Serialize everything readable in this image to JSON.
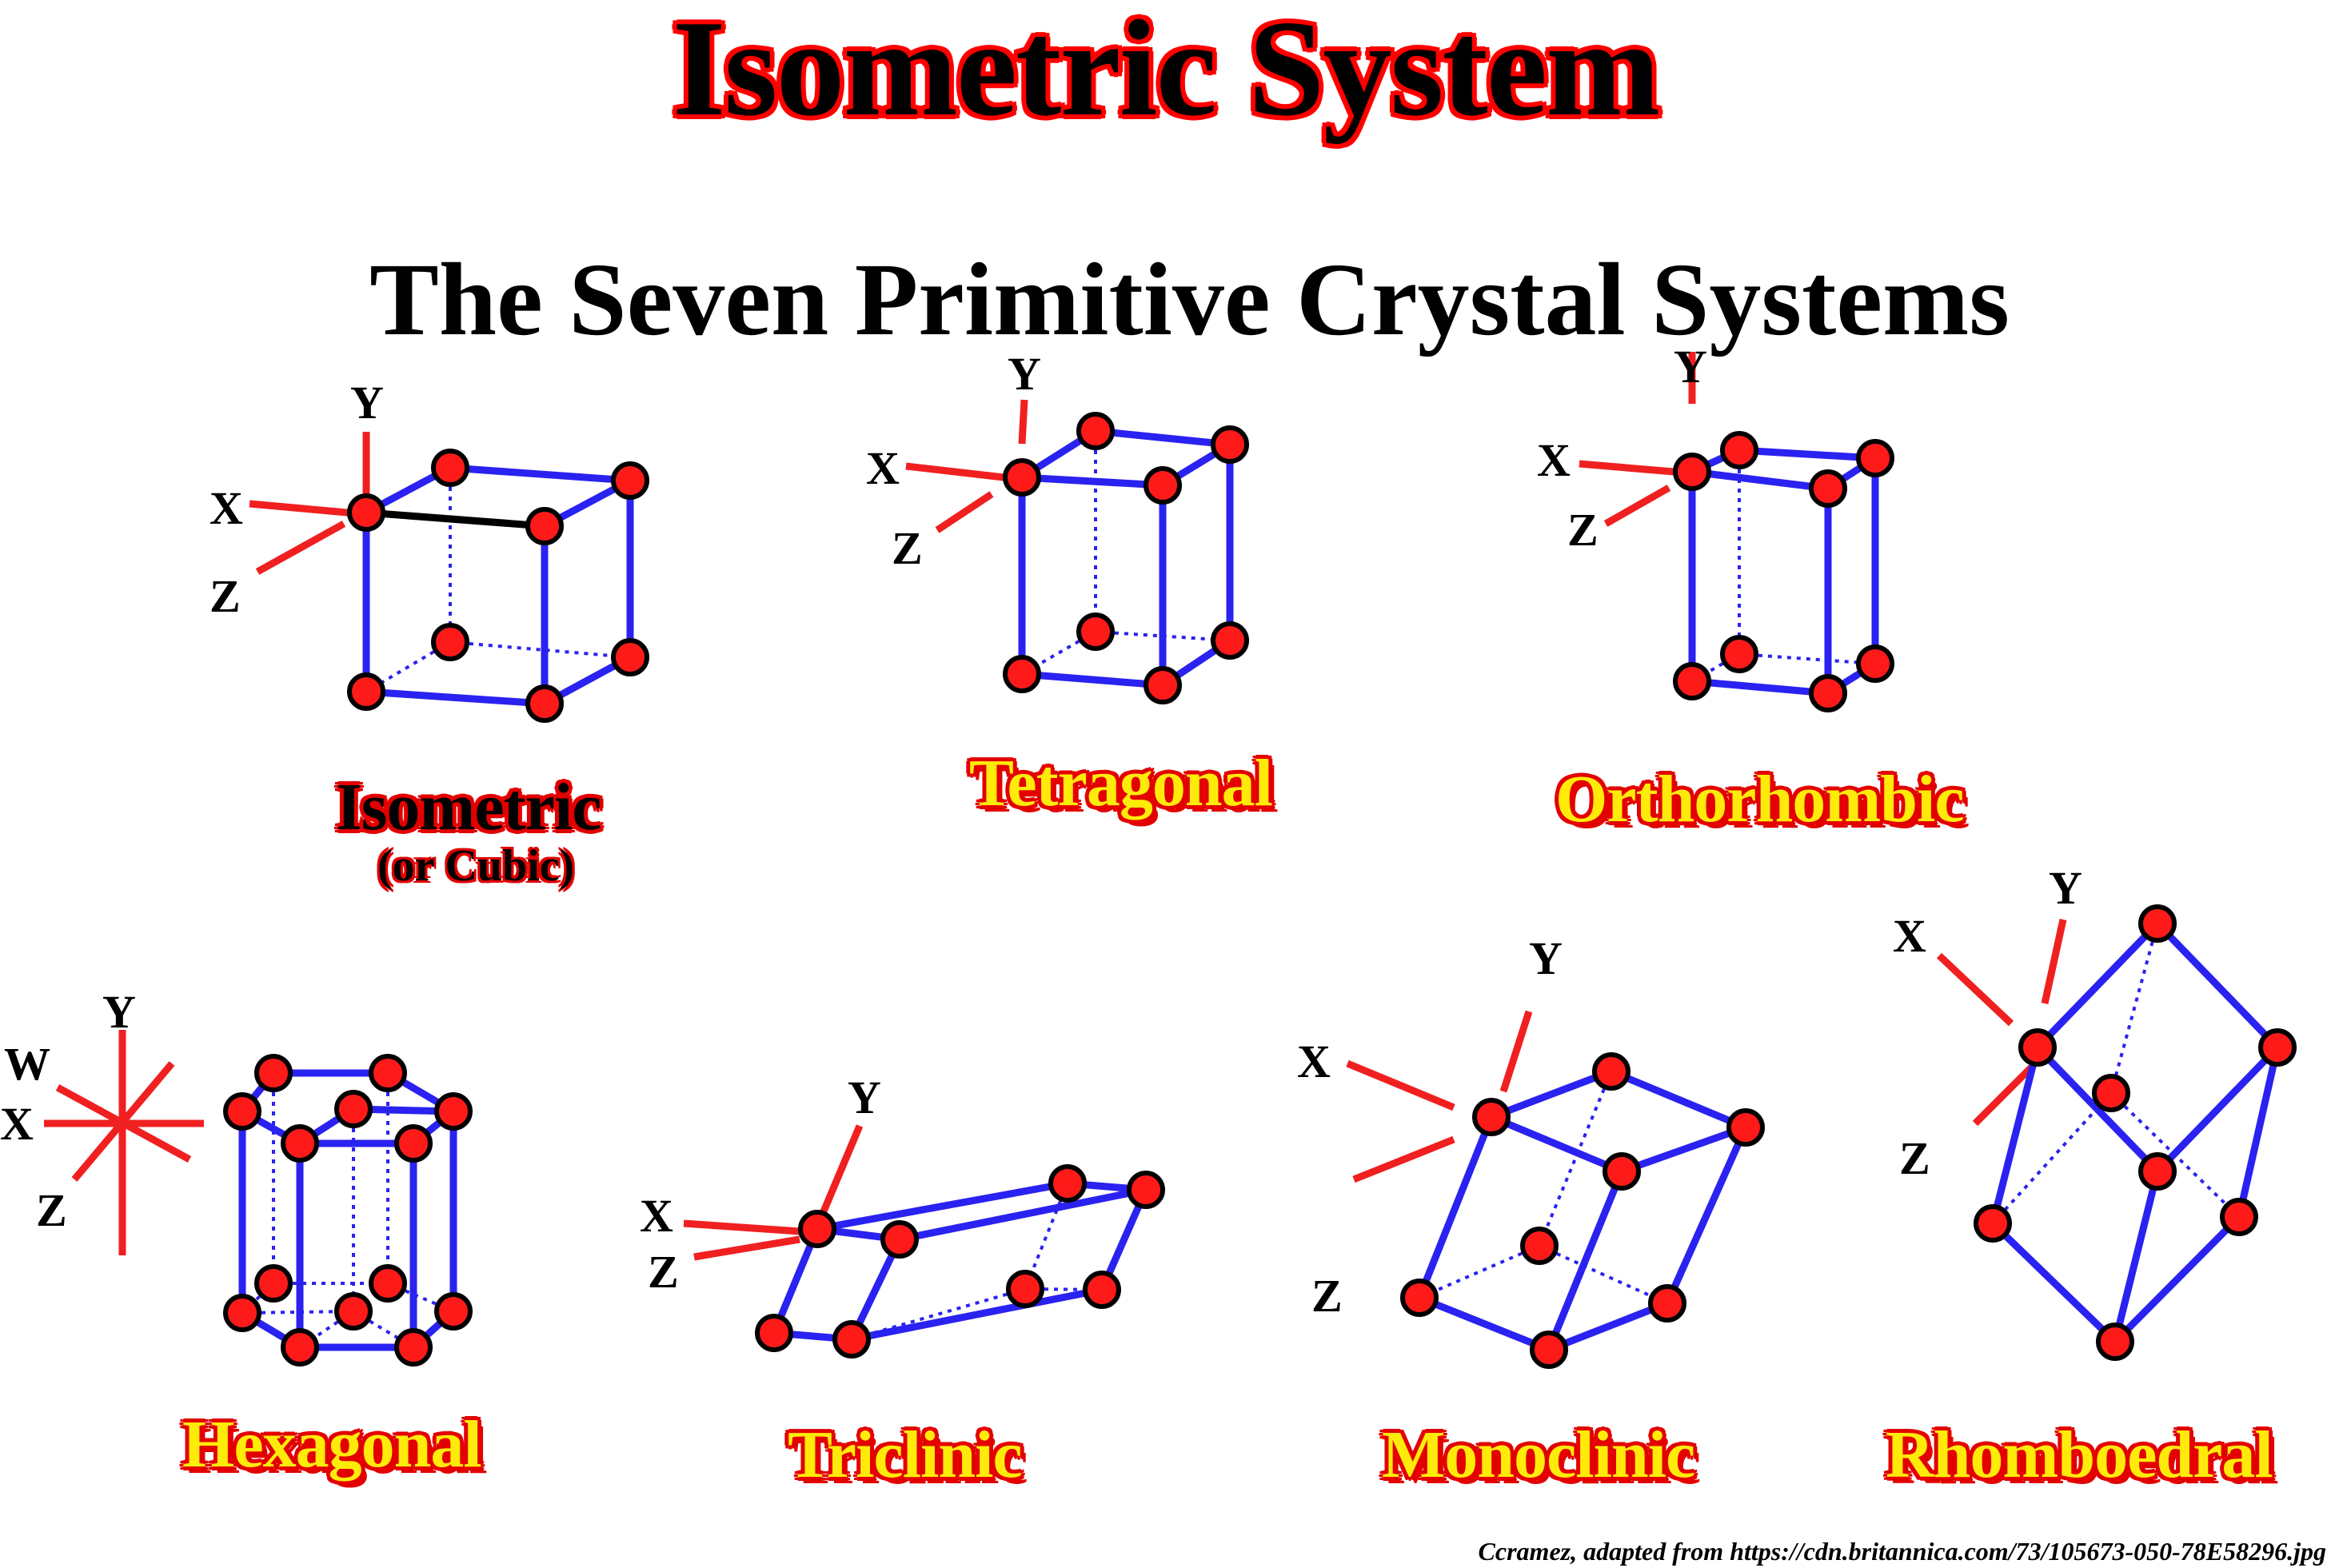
{
  "header": {
    "title": "Isometric System",
    "subtitle": "The Seven Primitive Crystal Systems"
  },
  "systems": [
    {
      "name": "Isometric",
      "sub": "(or Cubic)",
      "axes": [
        "X",
        "Y",
        "Z"
      ]
    },
    {
      "name": "Tetragonal",
      "axes": [
        "X",
        "Y",
        "Z"
      ]
    },
    {
      "name": "Orthorhombic",
      "axes": [
        "X",
        "Y",
        "Z"
      ]
    },
    {
      "name": "Hexagonal",
      "axes": [
        "W",
        "X",
        "Y",
        "Z"
      ]
    },
    {
      "name": "Triclinic",
      "axes": [
        "X",
        "Y",
        "Z"
      ]
    },
    {
      "name": "Monoclinic",
      "axes": [
        "X",
        "Y",
        "Z"
      ]
    },
    {
      "name": "Rhomboedral",
      "axes": [
        "X",
        "Y",
        "Z"
      ]
    }
  ],
  "footer": {
    "credit": "Ccramez, adapted from https://cdn.britannica.com/73/105673-050-78E58296.jpg"
  },
  "colors": {
    "edge": "#2a22f0",
    "atom": "#ff1a1a",
    "axis": "#f02020",
    "highlight_edge": "#000000",
    "label_fill": "#ffeb0a",
    "label_outline": "#e30000"
  }
}
